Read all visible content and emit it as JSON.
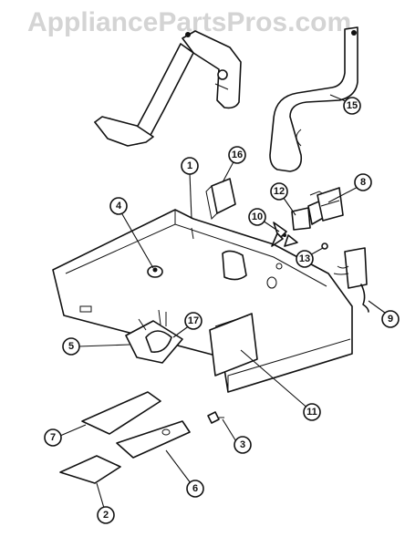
{
  "watermark": "AppliancePartsPros.com",
  "callouts": [
    "1",
    "2",
    "3",
    "4",
    "5",
    "6",
    "7",
    "8",
    "9",
    "10",
    "11",
    "12",
    "13",
    "15",
    "16",
    "17"
  ]
}
